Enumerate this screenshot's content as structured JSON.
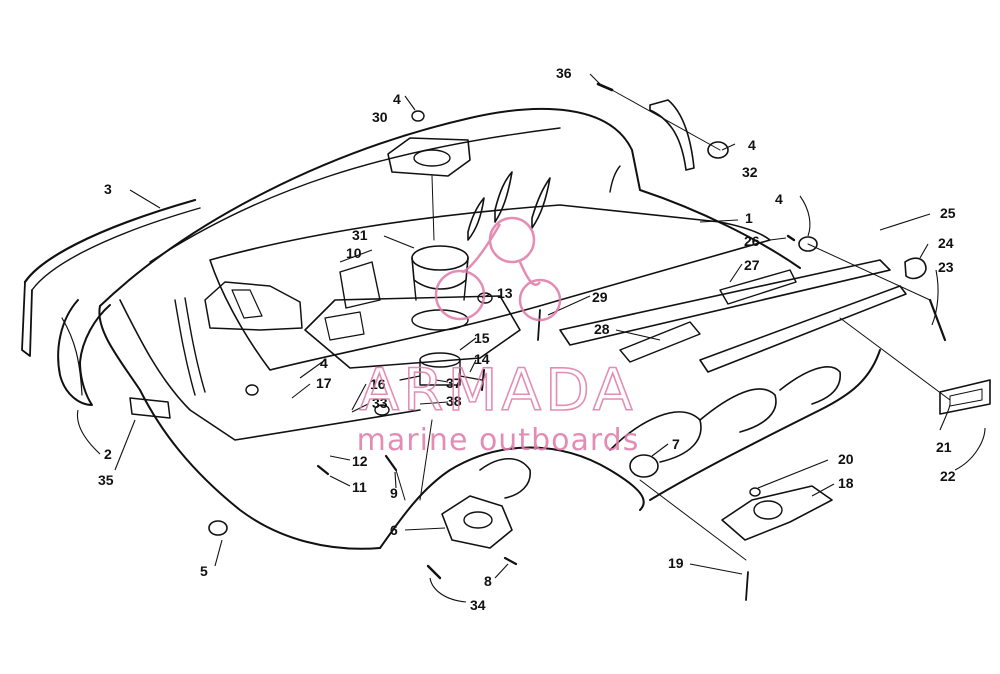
{
  "diagram": {
    "callouts": [
      {
        "id": "c36a",
        "label": "36"
      },
      {
        "id": "c4a",
        "label": "4"
      },
      {
        "id": "c30",
        "label": "30"
      },
      {
        "id": "c4b",
        "label": "4"
      },
      {
        "id": "c32",
        "label": "32"
      },
      {
        "id": "c3",
        "label": "3"
      },
      {
        "id": "c1",
        "label": "1"
      },
      {
        "id": "c4c",
        "label": "4"
      },
      {
        "id": "c25",
        "label": "25"
      },
      {
        "id": "c31",
        "label": "31"
      },
      {
        "id": "c26",
        "label": "26"
      },
      {
        "id": "c24",
        "label": "24"
      },
      {
        "id": "c10",
        "label": "10"
      },
      {
        "id": "c27",
        "label": "27"
      },
      {
        "id": "c23",
        "label": "23"
      },
      {
        "id": "c13",
        "label": "13"
      },
      {
        "id": "c29",
        "label": "29"
      },
      {
        "id": "c28",
        "label": "28"
      },
      {
        "id": "c15",
        "label": "15"
      },
      {
        "id": "c14",
        "label": "14"
      },
      {
        "id": "c4d",
        "label": "4"
      },
      {
        "id": "c17",
        "label": "17"
      },
      {
        "id": "c16",
        "label": "16"
      },
      {
        "id": "c37",
        "label": "37"
      },
      {
        "id": "c33",
        "label": "33"
      },
      {
        "id": "c38",
        "label": "38"
      },
      {
        "id": "c21",
        "label": "21"
      },
      {
        "id": "c22",
        "label": "22"
      },
      {
        "id": "c7",
        "label": "7"
      },
      {
        "id": "c12",
        "label": "12"
      },
      {
        "id": "c2",
        "label": "2"
      },
      {
        "id": "c20",
        "label": "20"
      },
      {
        "id": "c18",
        "label": "18"
      },
      {
        "id": "c11",
        "label": "11"
      },
      {
        "id": "c35",
        "label": "35"
      },
      {
        "id": "c9",
        "label": "9"
      },
      {
        "id": "c6",
        "label": "6"
      },
      {
        "id": "c19",
        "label": "19"
      },
      {
        "id": "c5",
        "label": "5"
      },
      {
        "id": "c8",
        "label": "8"
      },
      {
        "id": "c34",
        "label": "34"
      }
    ]
  },
  "watermark": {
    "brand": "ARMADA",
    "tagline": "marine outboards",
    "color": "#e07aa8"
  },
  "colors": {
    "line": "#111111",
    "paper": "#ffffff"
  }
}
